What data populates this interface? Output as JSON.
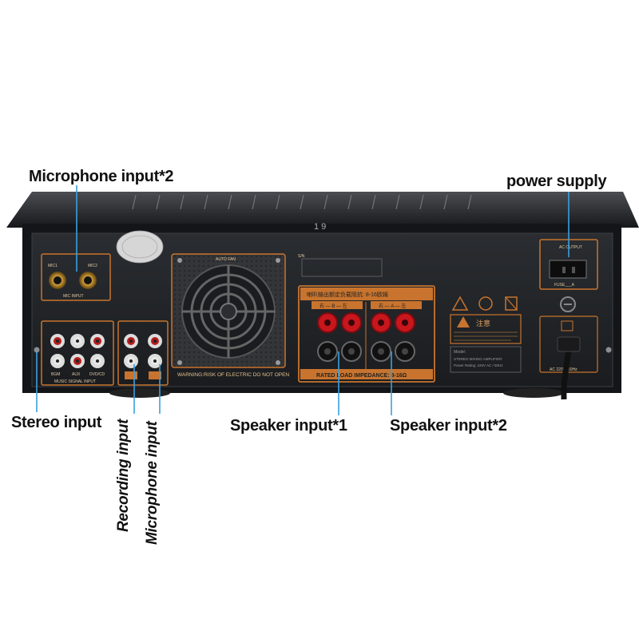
{
  "callouts": {
    "microphone_input_2": "Microphone input*2",
    "power_supply": "power supply",
    "stereo_input": "Stereo input",
    "recording_input": "Recording input",
    "microphone_input": "Microphone input",
    "speaker_input_1": "Speaker input*1",
    "speaker_input_2": "Speaker input*2"
  },
  "panel": {
    "top_mark": "1 9",
    "fan_label": "AUTO FAN",
    "serial_label": "S/N",
    "mic_input_label": "MIC INPUT",
    "mic1": "MIC1",
    "mic2": "MIC2",
    "music_signal_input": "MUSIC SIGNAL INPUT",
    "rca_labels": [
      "BGM",
      "AUX",
      "DVD/CD"
    ],
    "speaker_header_cn": "喇叭输出额定负载阻抗: 8-16欧姆",
    "speaker_group_b": "右 — B — 左",
    "speaker_group_a": "右 — A — 左",
    "rated_load": "RATED LOAD IMPEDANCE: 8-16Ω",
    "warning": "WARNING:RISK OF ELECTRIC DO NOT OPEN",
    "caution_cn": "注意",
    "ac_output": "AC OUTPUT",
    "fuse": "FUSE___A",
    "model_label": "Model:",
    "stereo_mixing": "STEREO MIXING AMPLIFIER",
    "power_rating": "Power Rating: 220V AC / 50Hz",
    "power_ac_in": "AC 220V~50Hz"
  },
  "colors": {
    "panel": "#202327",
    "accent": "#c8742e",
    "callout_line": "#3aa0e0",
    "binding_red": "#c8161d",
    "binding_black": "#111111"
  }
}
